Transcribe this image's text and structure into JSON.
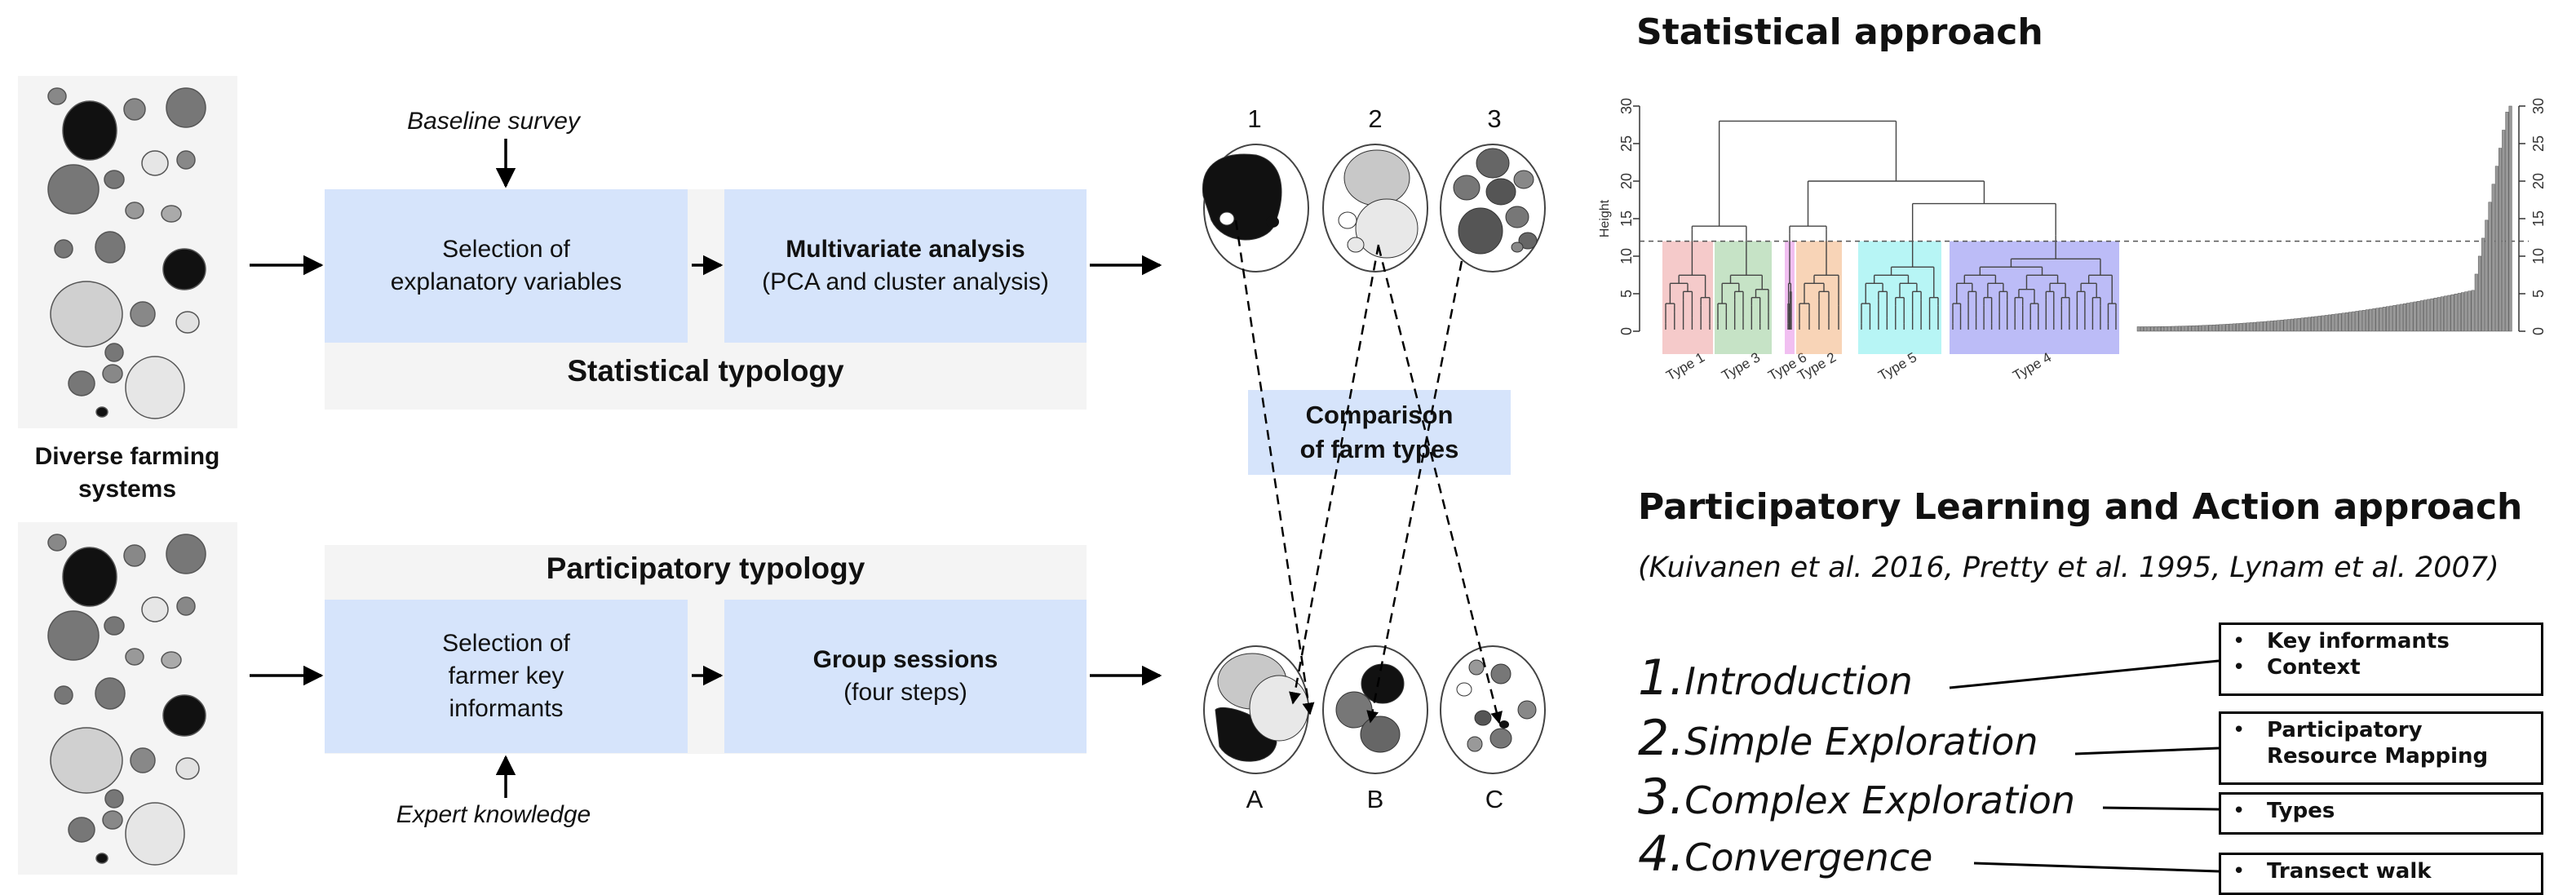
{
  "left": {
    "farming_systems_label": "Diverse farming\nsystems",
    "statistical": {
      "above_label": "Baseline survey",
      "box1": "Selection of explanatory variables",
      "box2_title": "Multivariate analysis",
      "box2_sub": "(PCA and cluster analysis)",
      "title": "Statistical typology"
    },
    "participatory": {
      "title": "Participatory typology",
      "box1": "Selection of farmer key informants",
      "box2_title": "Group sessions",
      "box2_sub": "(four steps)",
      "below_label": "Expert knowledge"
    },
    "top_cluster_labels": [
      "1",
      "2",
      "3"
    ],
    "bottom_cluster_labels": [
      "A",
      "B",
      "C"
    ],
    "comparison_label": "Comparison\nof farm types"
  },
  "right": {
    "statistical_title": "Statistical approach",
    "chart_data": {
      "type": "dendrogram",
      "ylabel": "Height",
      "yticks": [
        0,
        5,
        10,
        15,
        20,
        25,
        30
      ],
      "ylim": [
        0,
        30
      ],
      "cut_height": 12,
      "clusters": [
        {
          "name": "Type 1",
          "color": "#e88a8a"
        },
        {
          "name": "Type 3",
          "color": "#80c080"
        },
        {
          "name": "Type 6",
          "color": "#e070e0"
        },
        {
          "name": "Type 2",
          "color": "#f0a060"
        },
        {
          "name": "Type 5",
          "color": "#60e8e8"
        },
        {
          "name": "Type 4",
          "color": "#6a6aee"
        }
      ],
      "bar_panel": {
        "type": "bar",
        "yticks": [
          0,
          5,
          10,
          15,
          20,
          25,
          30
        ],
        "ylim": [
          0,
          30
        ],
        "cut_height": 12
      }
    },
    "pla_title": "Participatory Learning and Action approach",
    "pla_citation": "(Kuivanen et al. 2016, Pretty et al. 1995, Lynam et al. 2007)",
    "steps": [
      {
        "num": "1.",
        "label": "Introduction",
        "items": [
          "Key informants",
          "Context"
        ]
      },
      {
        "num": "2.",
        "label": "Simple Exploration",
        "items": [
          "Participatory\nResource Mapping"
        ]
      },
      {
        "num": "3.",
        "label": "Complex Exploration",
        "items": [
          "Types"
        ]
      },
      {
        "num": "4.",
        "label": "Convergence",
        "items": [
          "Transect walk"
        ]
      }
    ]
  }
}
